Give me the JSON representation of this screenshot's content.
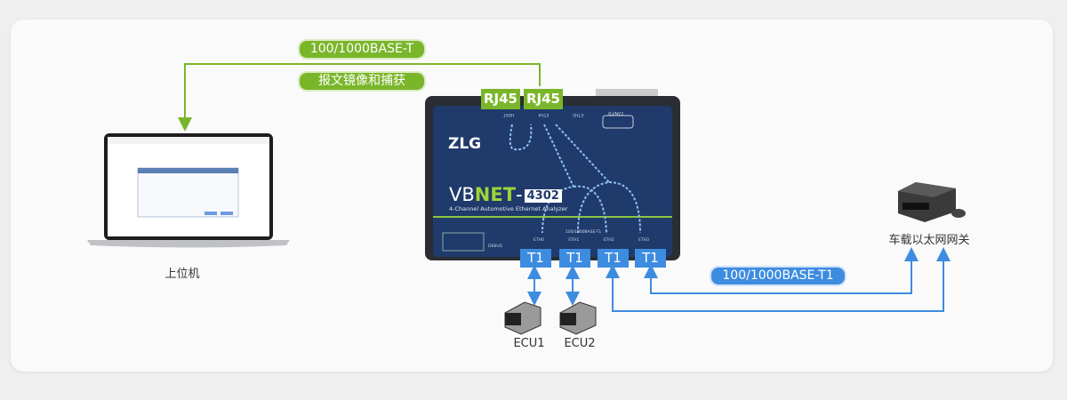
{
  "labels": {
    "mirror_link": "100/1000BASE-T",
    "mirror_caption": "报文镜像和捕获",
    "automotive_link": "100/1000BASE-T1",
    "host": "上位机",
    "gateway": "车载以太网网关",
    "ecu1": "ECU1",
    "ecu2": "ECU2"
  },
  "device": {
    "brand": "ZLG",
    "model_prefix": "VB",
    "model_highlight": "NET",
    "model_dash": "-",
    "model_number": "4302",
    "subtitle": "4-Channel Automotive Ethernet Analyzer",
    "rj45_ports": [
      "RJ45",
      "RJ45"
    ],
    "t1_ports": [
      "T1",
      "T1",
      "T1",
      "T1"
    ],
    "top_port_labels": [
      "ETH5",
      "ETH4",
      "HOST",
      "CAN/FD"
    ],
    "bottom_bus_label": "100/1000BASE-T1",
    "bottom_port_labels": [
      "ETH0",
      "ETH1",
      "ETH2",
      "ETH3"
    ],
    "debug_label": "DEBUG"
  },
  "colors": {
    "green": "#7ab62a",
    "blue": "#3d8ce0",
    "device_panel": "#1f3a6b"
  }
}
